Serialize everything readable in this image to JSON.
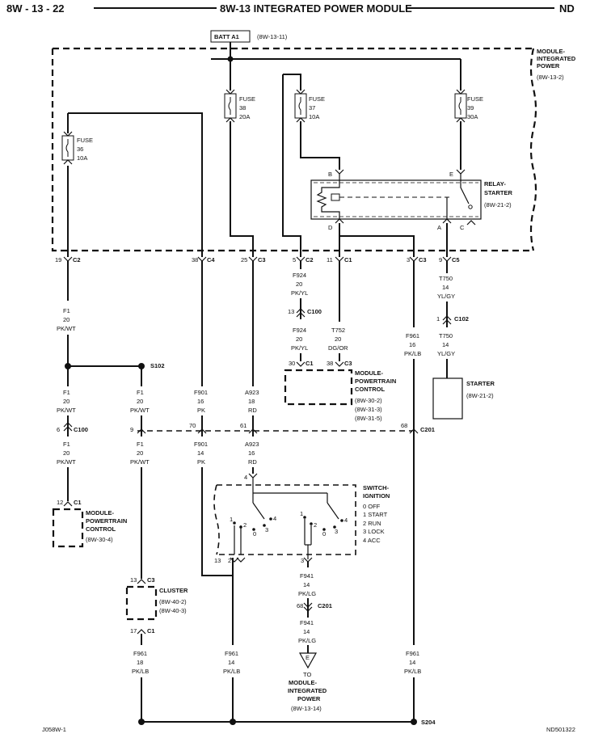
{
  "header": {
    "page": "8W - 13 - 22",
    "title": "8W-13 INTEGRATED POWER MODULE",
    "code": "ND"
  },
  "footer": {
    "left": "J058W-1",
    "right": "ND501322"
  },
  "batt": {
    "label": "BATT A1",
    "ref": "(8W-13-11)"
  },
  "module_ipm": {
    "l1": "MODULE-",
    "l2": "INTEGRATED",
    "l3": "POWER",
    "ref": "(8W-13-2)"
  },
  "fuses": [
    {
      "l": "FUSE",
      "n": "36",
      "a": "10A"
    },
    {
      "l": "FUSE",
      "n": "38",
      "a": "20A"
    },
    {
      "l": "FUSE",
      "n": "37",
      "a": "10A"
    },
    {
      "l": "FUSE",
      "n": "39",
      "a": "30A"
    }
  ],
  "relay": {
    "l1": "RELAY-",
    "l2": "STARTER",
    "ref": "(8W-21-2)",
    "pins": {
      "b": "B",
      "e": "E",
      "d": "D",
      "a": "A",
      "c": "C"
    }
  },
  "connectors": [
    {
      "pin": "19",
      "c": "C2"
    },
    {
      "pin": "38",
      "c": "C4"
    },
    {
      "pin": "25",
      "c": "C3"
    },
    {
      "pin": "5",
      "c": "C2"
    },
    {
      "pin": "11",
      "c": "C1"
    },
    {
      "pin": "3",
      "c": "C3"
    },
    {
      "pin": "9",
      "c": "C5"
    }
  ],
  "wires": {
    "f1": [
      "F1",
      "20",
      "PK/WT"
    ],
    "f924": [
      "F924",
      "20",
      "PK/YL"
    ],
    "t752": [
      "T752",
      "20",
      "DG/OR"
    ],
    "f961_16": [
      "F961",
      "16",
      "PK/LB"
    ],
    "t750": [
      "T750",
      "14",
      "YL/GY"
    ],
    "f901_16": [
      "F901",
      "16",
      "PK"
    ],
    "a923_18": [
      "A923",
      "18",
      "RD"
    ],
    "f901_14": [
      "F901",
      "14",
      "PK"
    ],
    "a923_16": [
      "A923",
      "16",
      "RD"
    ],
    "f941": [
      "F941",
      "14",
      "PK/LG"
    ],
    "f961_18": [
      "F961",
      "18",
      "PK/LB"
    ],
    "f961_14": [
      "F961",
      "14",
      "PK/LB"
    ]
  },
  "splices": {
    "s102": "S102",
    "s204": "S204"
  },
  "c100": {
    "pin": "13",
    "c": "C100"
  },
  "c102": {
    "pin": "1",
    "c": "C102"
  },
  "pcm_conn": {
    "p1": "30",
    "c1": "C1",
    "p2": "38",
    "c2": "C3"
  },
  "pcm_right": {
    "l1": "MODULE-",
    "l2": "POWERTRAIN",
    "l3": "CONTROL",
    "r1": "(8W-30-2)",
    "r2": "(8W-31-3)",
    "r3": "(8W-31-5)"
  },
  "starter": {
    "label": "STARTER",
    "ref": "(8W-21-2)"
  },
  "c201": {
    "label": "C201",
    "pins": [
      "9",
      "70",
      "61",
      "68"
    ]
  },
  "c100b": {
    "pin": "6",
    "c": "C100"
  },
  "pcm_left": {
    "pin": "12",
    "c": "C1",
    "l1": "MODULE-",
    "l2": "POWERTRAIN",
    "l3": "CONTROL",
    "ref": "(8W-30-4)"
  },
  "switch": {
    "l1": "SWITCH-",
    "l2": "IGNITION",
    "positions": [
      "0 OFF",
      "1 START",
      "2 RUN",
      "3 LOCK",
      "4 ACC"
    ],
    "pin_in": "4",
    "pin_out": "3",
    "pins_left": [
      "13",
      "2"
    ],
    "contacts": [
      "1",
      "2",
      "0",
      "3",
      "4"
    ]
  },
  "cluster": {
    "pin_top": "13",
    "c_top": "C3",
    "label": "CLUSTER",
    "r1": "(8W-40-2)",
    "r2": "(8W-40-3)",
    "pin_bot": "17",
    "c_bot": "C1"
  },
  "c201b": {
    "pin": "68",
    "c": "C201"
  },
  "ground_to": {
    "letter": "E",
    "l1": "TO",
    "l2": "MODULE-",
    "l3": "INTEGRATED",
    "l4": "POWER",
    "ref": "(8W-13-14)"
  }
}
